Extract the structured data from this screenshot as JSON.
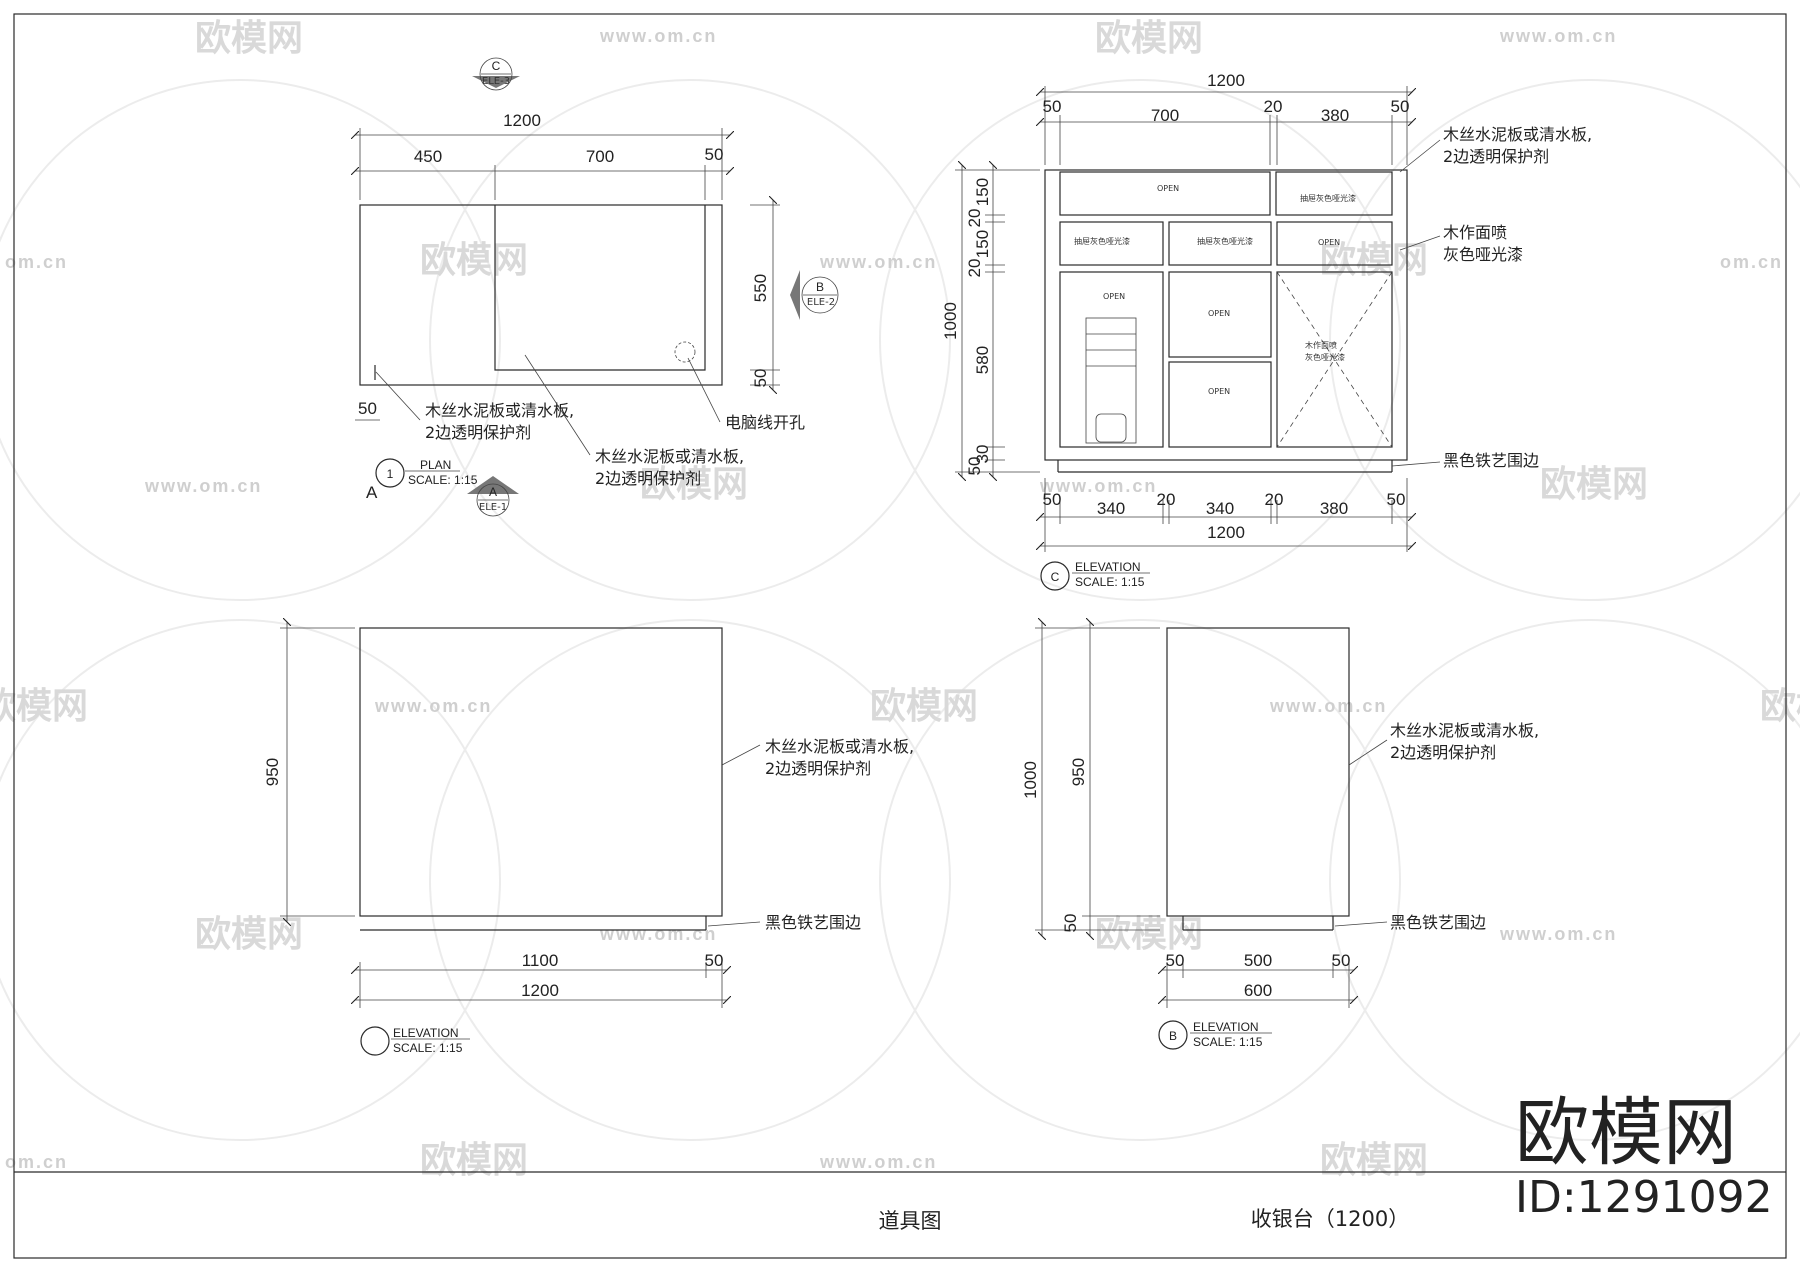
{
  "watermark": {
    "brand_text": "欧模网",
    "url_text": "www.om.cn",
    "url_short": "om.cn",
    "color": "#d9d9d9"
  },
  "brand_mark": {
    "name": "欧模网",
    "id": "ID:1291092"
  },
  "title_block": {
    "drawing_type": "道具图",
    "drawing_name": "收银台（1200）"
  },
  "plan": {
    "tag_number": "1",
    "tag_title": "PLAN",
    "scale": "SCALE: 1:15",
    "label_a": "A",
    "dims_top": {
      "total": "1200",
      "seg1": "450",
      "seg2": "700",
      "seg3": "50"
    },
    "dims_right": {
      "depth": "550",
      "bottom": "50"
    },
    "dim_left_bottom": "50",
    "notes": [
      {
        "line1": "木丝水泥板或清水板,",
        "line2": "2边透明保护剂"
      },
      {
        "line1": "木丝水泥板或清水板,",
        "line2": "2边透明保护剂"
      }
    ],
    "hole_note": "电脑线开孔",
    "sections": [
      {
        "letter": "C",
        "ref": "ELE-3"
      },
      {
        "letter": "B",
        "ref": "ELE-2"
      },
      {
        "letter": "A",
        "ref": "ELE-1"
      }
    ]
  },
  "elevation_c": {
    "tag_number": "C",
    "tag_title": "ELEVATION",
    "scale": "SCALE: 1:15",
    "dims_top": {
      "total": "1200",
      "seg1": "50",
      "seg2": "700",
      "seg3": "20",
      "seg4": "380",
      "seg5": "50"
    },
    "dims_bottom": {
      "seg1": "50",
      "seg2": "340",
      "seg3": "20",
      "seg4": "340",
      "seg5": "20",
      "seg6": "380",
      "seg7": "50",
      "total": "1200"
    },
    "dims_left": {
      "total": "1000",
      "h1": "150",
      "h2": "20",
      "h3": "150",
      "h4": "20",
      "h5": "580",
      "h6": "30",
      "h7": "50"
    },
    "notes": [
      {
        "line1": "木丝水泥板或清水板,",
        "line2": "2边透明保护剂"
      },
      {
        "line1": "木作面喷",
        "line2": "灰色哑光漆"
      }
    ],
    "base_note": "黑色铁艺围边",
    "open_label": "OPEN",
    "drawer_note": "抽屉灰色哑光漆",
    "door_note_line1": "木作面喷",
    "door_note_line2": "灰色哑光漆"
  },
  "elevation_a": {
    "tag_number": "",
    "tag_title": "ELEVATION",
    "scale": "SCALE: 1:15",
    "dim_left": "950",
    "dims_bottom": {
      "seg1": "1100",
      "seg2": "50",
      "total": "1200"
    },
    "note": {
      "line1": "木丝水泥板或清水板,",
      "line2": "2边透明保护剂"
    },
    "base_note": "黑色铁艺围边"
  },
  "elevation_b": {
    "tag_number": "B",
    "tag_title": "ELEVATION",
    "scale": "SCALE: 1:15",
    "dims_left": {
      "total": "1000",
      "h1": "950",
      "h2": "50"
    },
    "dims_bottom": {
      "seg1": "50",
      "seg2": "500",
      "seg3": "50",
      "total": "600"
    },
    "note": {
      "line1": "木丝水泥板或清水板,",
      "line2": "2边透明保护剂"
    },
    "base_note": "黑色铁艺围边"
  }
}
